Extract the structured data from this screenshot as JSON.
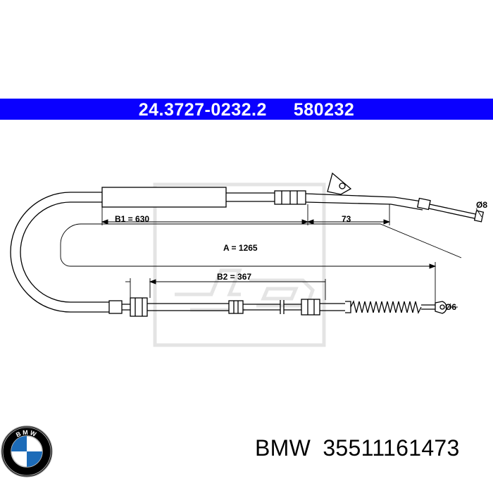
{
  "header": {
    "part_number": "24.3727-0232.2",
    "code": "580232",
    "background_color": "#0a00ff",
    "text_color": "#ffffff"
  },
  "drawing": {
    "dimensions": {
      "b1": "B1 = 630",
      "offset": "73",
      "a": "A = 1265",
      "b2": "B2 = 367"
    },
    "fittings": {
      "upper_diameter": "Ø8",
      "lower_diameter": "Ø6"
    },
    "watermark_color": "#e4e4e4"
  },
  "footer": {
    "brand": "BMW",
    "oem_number": "35511161473"
  },
  "logo": {
    "icon": "bmw-roundel-icon",
    "letters": "BMW",
    "colors": {
      "ring": "#000000",
      "blue": "#1c6bb8",
      "white": "#ffffff"
    }
  }
}
